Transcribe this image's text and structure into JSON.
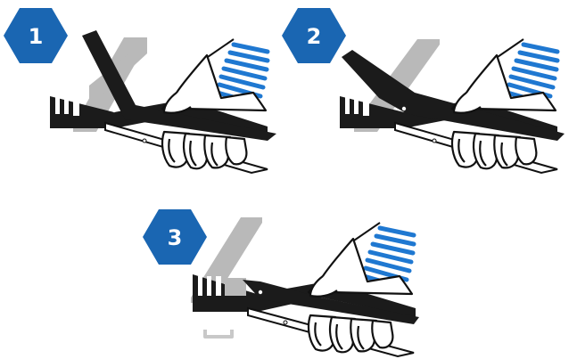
{
  "steps": [
    {
      "label": "1"
    },
    {
      "label": "2"
    },
    {
      "label": "3"
    }
  ],
  "colors": {
    "badge": "#1a66b2",
    "badge_text": "#ffffff",
    "sleeve_stripes": "#1f78d1",
    "tool_body": "#1b1b1b",
    "paper_gray": "#b9b9b9",
    "staple_gray": "#c8c8c8",
    "outline": "#111111",
    "background": "#ffffff"
  },
  "icons": {
    "badge_shape": "hexagon",
    "hand": "gloved-hand-outline",
    "tool": "staple-remover"
  }
}
